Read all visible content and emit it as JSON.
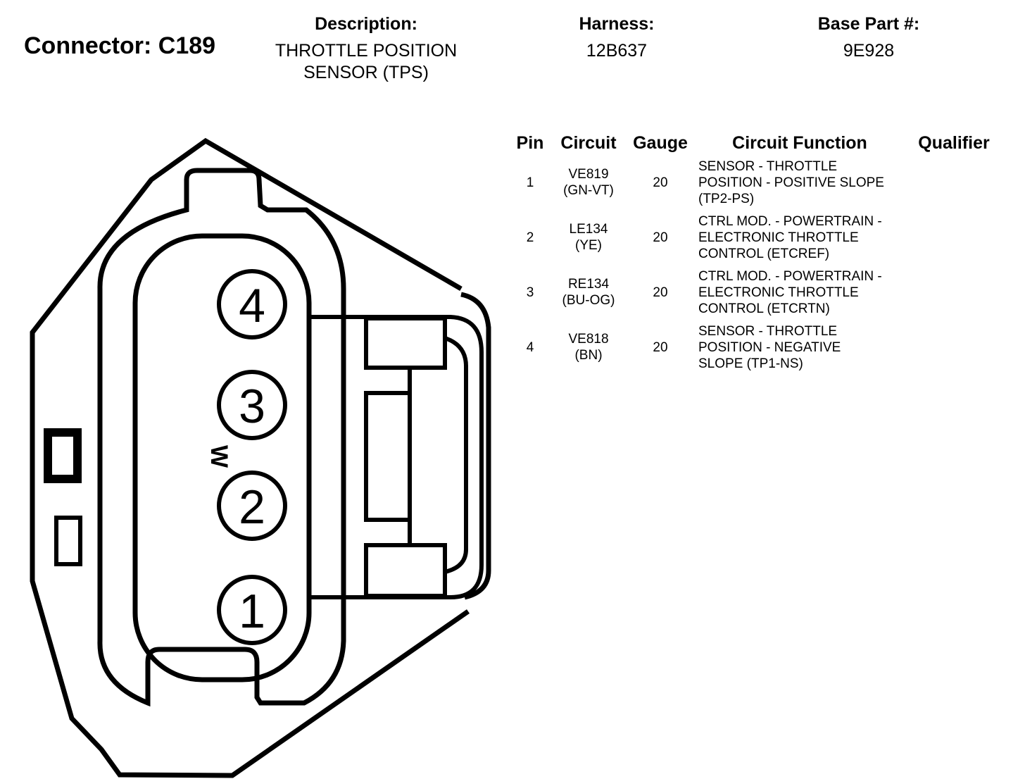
{
  "connector": {
    "label": "Connector: C189"
  },
  "description": {
    "label": "Description:",
    "value": "THROTTLE POSITION\nSENSOR (TPS)"
  },
  "harness": {
    "label": "Harness:",
    "value": "12B637"
  },
  "base_part": {
    "label": "Base Part #:",
    "value": "9E928"
  },
  "diagram": {
    "pins": [
      {
        "label": "4"
      },
      {
        "label": "3"
      },
      {
        "label": "2"
      },
      {
        "label": "1"
      }
    ],
    "side_mark": "W"
  },
  "table": {
    "headers": {
      "pin": "Pin",
      "circuit": "Circuit",
      "gauge": "Gauge",
      "function": "Circuit Function",
      "qualifier": "Qualifier"
    },
    "rows": [
      {
        "pin": "1",
        "circuit": "VE819",
        "color": "(GN-VT)",
        "gauge": "20",
        "function": "SENSOR - THROTTLE\nPOSITION - POSITIVE SLOPE\n(TP2-PS)",
        "qualifier": ""
      },
      {
        "pin": "2",
        "circuit": "LE134",
        "color": "(YE)",
        "gauge": "20",
        "function": "CTRL MOD. - POWERTRAIN -\nELECTRONIC THROTTLE\nCONTROL (ETCREF)",
        "qualifier": ""
      },
      {
        "pin": "3",
        "circuit": "RE134",
        "color": "(BU-OG)",
        "gauge": "20",
        "function": "CTRL MOD. - POWERTRAIN -\nELECTRONIC THROTTLE\nCONTROL (ETCRTN)",
        "qualifier": ""
      },
      {
        "pin": "4",
        "circuit": "VE818",
        "color": "(BN)",
        "gauge": "20",
        "function": "SENSOR - THROTTLE\nPOSITION - NEGATIVE\nSLOPE (TP1-NS)",
        "qualifier": ""
      }
    ]
  }
}
